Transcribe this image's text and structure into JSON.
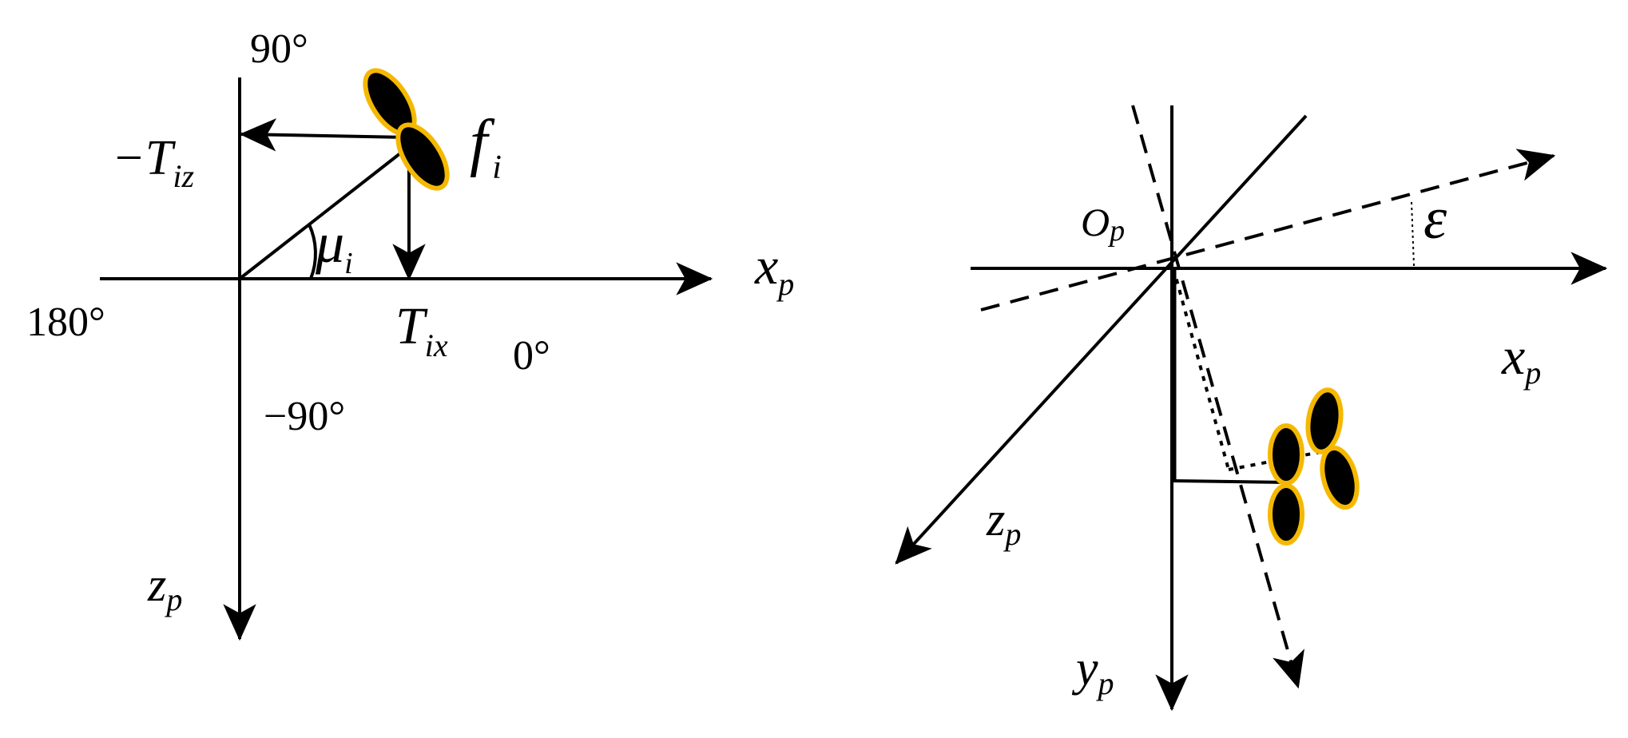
{
  "left_panel": {
    "angle_top": "90°",
    "angle_left": "180°",
    "angle_right": "0°",
    "angle_bottom": "−90°",
    "neg_t_iz": {
      "main": "−T",
      "sub": "iz"
    },
    "f_i": {
      "main": "f",
      "sub": "i"
    },
    "mu_i": {
      "main": "μ",
      "sub": "i"
    },
    "t_ix": {
      "main": "T",
      "sub": "ix"
    },
    "x_axis": {
      "main": "x",
      "sub": "p"
    },
    "z_axis": {
      "main": "z",
      "sub": "p"
    }
  },
  "right_panel": {
    "origin": {
      "main": "O",
      "sub": "p"
    },
    "epsilon": "ε",
    "x_axis": {
      "main": "x",
      "sub": "p"
    },
    "z_axis": {
      "main": "z",
      "sub": "p"
    },
    "y_axis": {
      "main": "y",
      "sub": "p"
    }
  },
  "colors": {
    "line": "#000000",
    "propeller_fill": "#000000",
    "propeller_outline": "#F5B800"
  }
}
